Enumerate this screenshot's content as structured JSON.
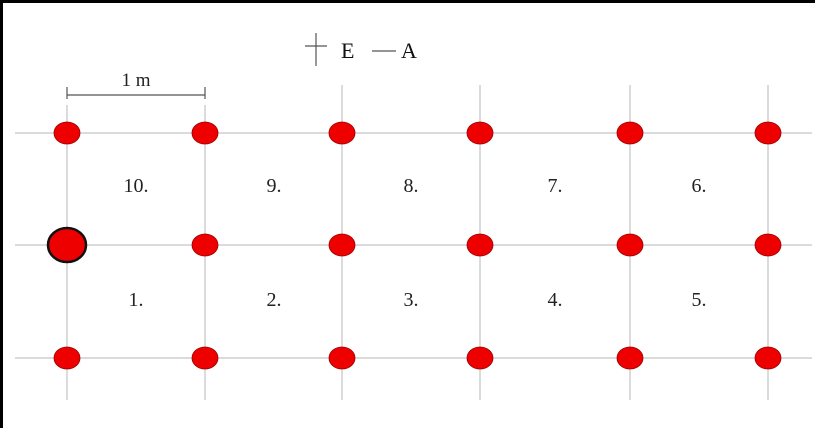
{
  "scale": {
    "label": "1 m"
  },
  "legend": {
    "label_e": "E",
    "label_a": "A"
  },
  "grid": {
    "columns": 6,
    "rows": 3,
    "reference_point": "middle-left",
    "colors": {
      "point": "#ee0000",
      "line": "#cfcfcf"
    }
  },
  "cells": {
    "top": [
      "10.",
      "9.",
      "8.",
      "7.",
      "6."
    ],
    "bottom": [
      "1.",
      "2.",
      "3.",
      "4.",
      "5."
    ]
  }
}
